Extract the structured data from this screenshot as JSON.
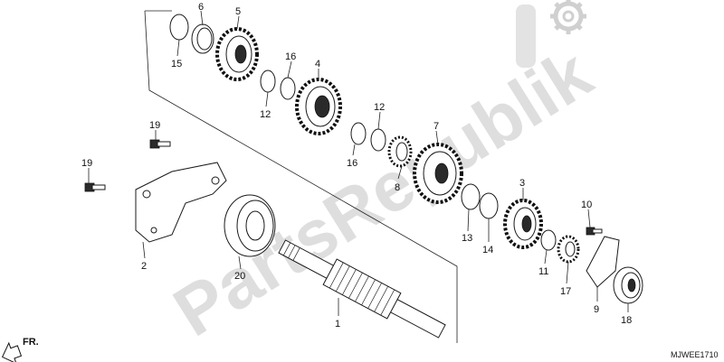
{
  "watermark": {
    "text": "PartsRepublik",
    "logo": "gear-icon"
  },
  "diagram_code": "MJWEE1710",
  "direction_label": "FR.",
  "callouts": [
    {
      "id": "p6",
      "label": "6"
    },
    {
      "id": "p5",
      "label": "5"
    },
    {
      "id": "p15",
      "label": "15"
    },
    {
      "id": "p16a",
      "label": "16"
    },
    {
      "id": "p4",
      "label": "4"
    },
    {
      "id": "p12a",
      "label": "12"
    },
    {
      "id": "p12b",
      "label": "12"
    },
    {
      "id": "p7",
      "label": "7"
    },
    {
      "id": "p16b",
      "label": "16"
    },
    {
      "id": "p8",
      "label": "8"
    },
    {
      "id": "p19a",
      "label": "19"
    },
    {
      "id": "p19b",
      "label": "19"
    },
    {
      "id": "p2",
      "label": "2"
    },
    {
      "id": "p20",
      "label": "20"
    },
    {
      "id": "p13",
      "label": "13"
    },
    {
      "id": "p14",
      "label": "14"
    },
    {
      "id": "p3",
      "label": "3"
    },
    {
      "id": "p10",
      "label": "10"
    },
    {
      "id": "p11",
      "label": "11"
    },
    {
      "id": "p17",
      "label": "17"
    },
    {
      "id": "p9",
      "label": "9"
    },
    {
      "id": "p18",
      "label": "18"
    },
    {
      "id": "p1",
      "label": "1"
    }
  ]
}
